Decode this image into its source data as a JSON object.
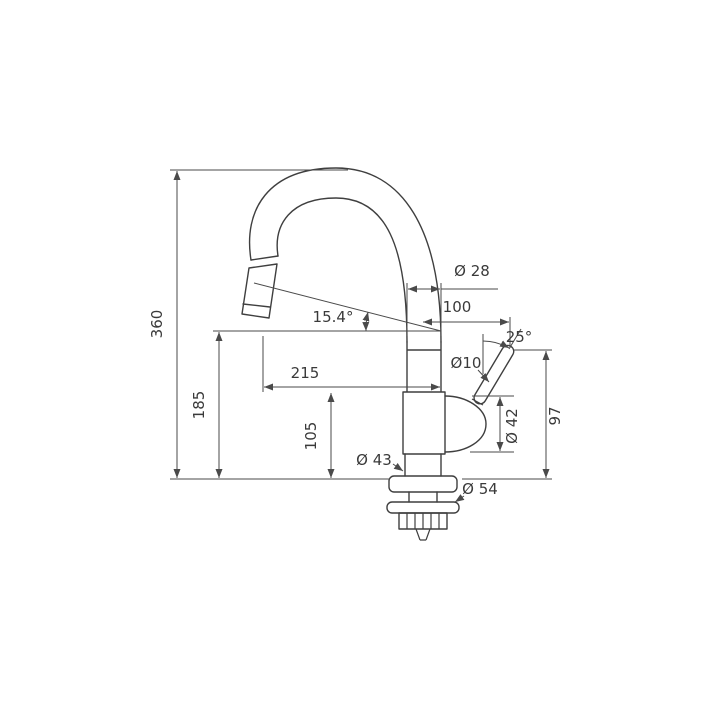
{
  "drawing": {
    "type": "technical-drawing",
    "units": "mm",
    "colors": {
      "background": "#ffffff",
      "outline": "#3f3f3f",
      "dimension_lines": "#4a4a4a",
      "text": "#3a3a3a"
    },
    "dimensions": {
      "total_height": "360",
      "outlet_height": "185",
      "outlet_angle": "15.4°",
      "spout_reach": "215",
      "body_height": "105",
      "spout_diameter": "Ø 28",
      "handle_offset": "100",
      "handle_angle": "25°",
      "lever_diameter": "Ø10",
      "handle_diameter": "Ø 42",
      "handle_height": "97",
      "body_diameter": "Ø 43",
      "base_diameter": "Ø 54"
    }
  }
}
